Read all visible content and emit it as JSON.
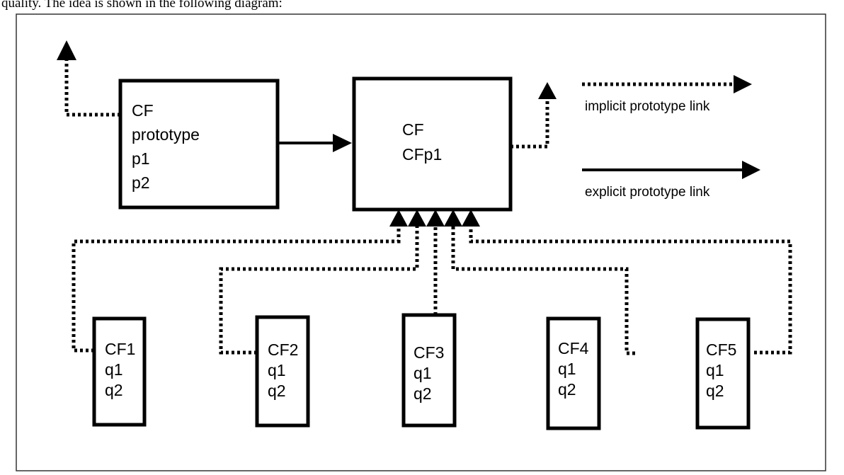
{
  "caption": "quality. The idea is shown in the following diagram:",
  "nodes": {
    "cf_proto": {
      "lines": [
        "CF",
        "prototype",
        "p1",
        "p2"
      ]
    },
    "cfp1": {
      "lines": [
        "CF",
        "CFp1"
      ]
    },
    "cf1": {
      "lines": [
        "CF1",
        "q1",
        "q2"
      ]
    },
    "cf2": {
      "lines": [
        "CF2",
        "q1",
        "q2"
      ]
    },
    "cf3": {
      "lines": [
        "CF3",
        "q1",
        "q2"
      ]
    },
    "cf4": {
      "lines": [
        "CF4",
        "q1",
        "q2"
      ]
    },
    "cf5": {
      "lines": [
        "CF5",
        "q1",
        "q2"
      ]
    }
  },
  "legend": {
    "implicit": "implicit prototype link",
    "explicit": "explicit prototype link"
  }
}
